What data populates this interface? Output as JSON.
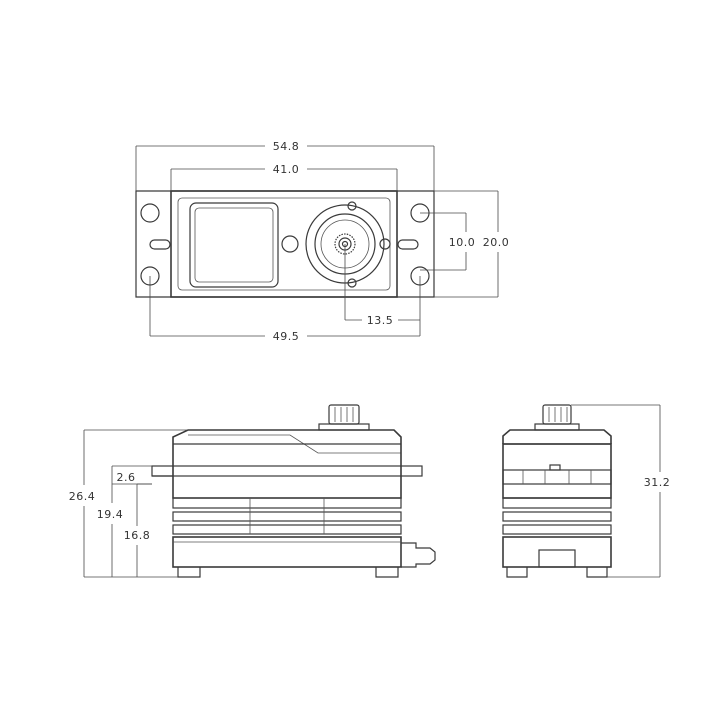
{
  "top_view": {
    "dims": {
      "overall_width": "54.8",
      "body_width": "41.0",
      "hole_spacing": "49.5",
      "shaft_offset": "13.5",
      "slot_spacing": "10.0",
      "flange_width": "20.0"
    }
  },
  "side_view": {
    "dims": {
      "total_height": "26.4",
      "height_to_flange": "19.4",
      "lower_body_height": "16.8",
      "flange_thickness": "2.6"
    }
  },
  "end_view": {
    "dims": {
      "overall_height": "31.2"
    }
  },
  "colors": {
    "line": "#3a3a3a",
    "text": "#333333",
    "background": "#ffffff"
  }
}
